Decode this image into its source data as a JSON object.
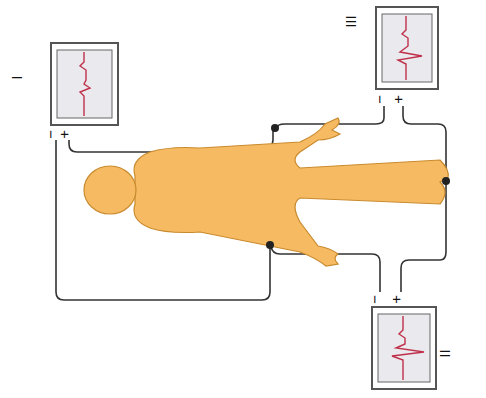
{
  "diagram": {
    "nodes": [
      {
        "text": [
          "I"
        ]
      },
      {
        "text": [
          "III"
        ]
      },
      {
        "text": [
          "II"
        ]
      }
    ],
    "labels": [
      "−",
      "+",
      "−",
      "+",
      "−",
      "+"
    ]
  }
}
